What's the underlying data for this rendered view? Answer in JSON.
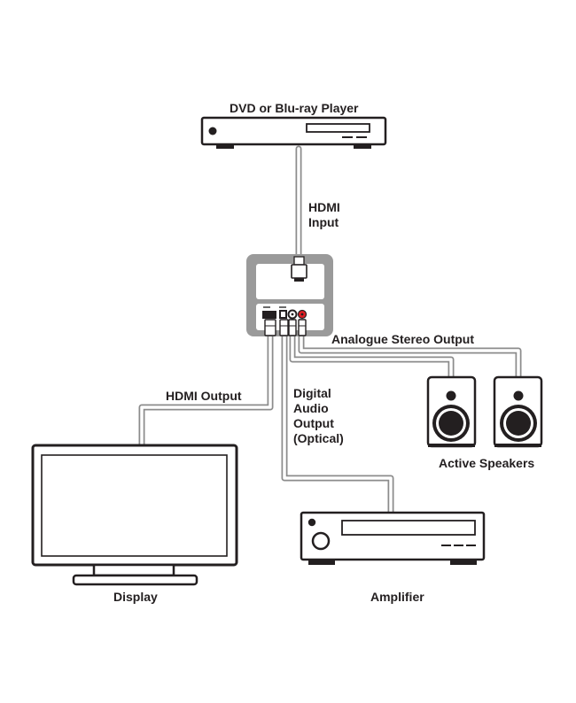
{
  "labels": {
    "source_device": "DVD or Blu-ray Player",
    "hdmi_input": [
      "HDMI",
      "Input"
    ],
    "analogue_output": "Analogue Stereo Output",
    "hdmi_output": "HDMI Output",
    "digital_audio_output": [
      "Digital",
      "Audio",
      "Output",
      "(Optical)"
    ],
    "speakers": "Active Speakers",
    "display": "Display",
    "amplifier": "Amplifier"
  },
  "colors": {
    "ink": "#231f20",
    "cable": "#8c8c8c",
    "cable_fill": "#ffffff",
    "device_gray": "#9a9a9a",
    "device_face": "#ffffff",
    "red_jack": "#e31e24"
  },
  "icons": [
    "dvd-player-icon",
    "converter-icon",
    "speaker-icon",
    "display-icon",
    "amplifier-icon"
  ]
}
